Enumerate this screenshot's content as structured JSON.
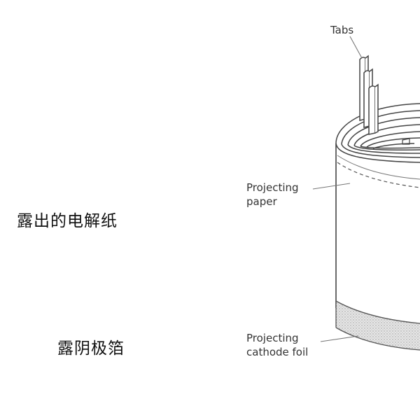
{
  "chinese_labels": {
    "paper": "露出的电解纸",
    "foil": "露阴极箔"
  },
  "diagram_labels": {
    "tabs": "Tabs",
    "paper_line1": "Projecting",
    "paper_line2": "paper",
    "foil_line1": "Projecting",
    "foil_line2": "cathode foil"
  }
}
